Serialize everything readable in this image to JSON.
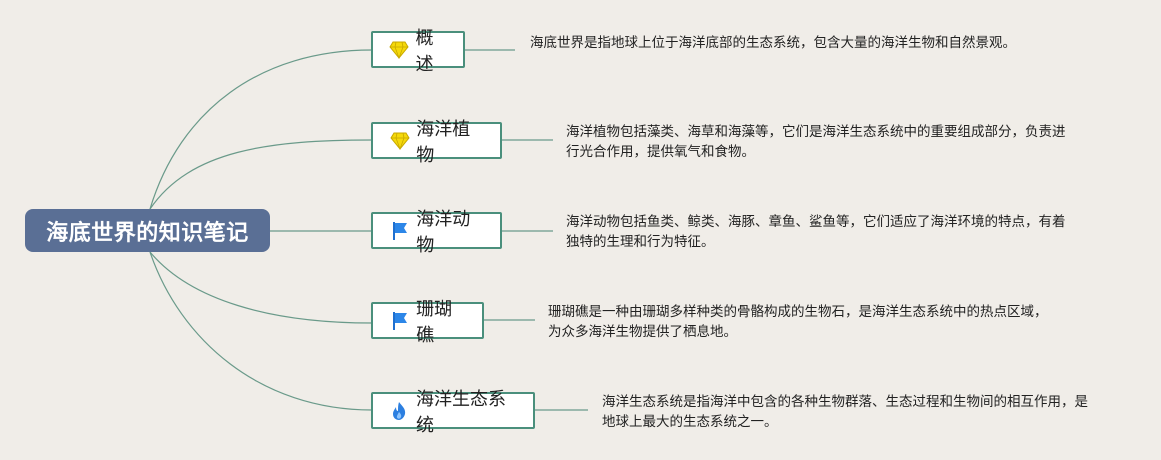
{
  "root": {
    "label": "海底世界的知识笔记"
  },
  "colors": {
    "root_bg": "#5a6f95",
    "branch_border": "#4a8f7c",
    "line": "#6a9a8a",
    "background": "#f0ede8"
  },
  "branches": [
    {
      "label": "概述",
      "icon": "diamond-icon",
      "description": "海底世界是指地球上位于海洋底部的生态系统，包含大量的海洋生物和自然景观。"
    },
    {
      "label": "海洋植物",
      "icon": "diamond-icon",
      "description": "海洋植物包括藻类、海草和海藻等，它们是海洋生态系统中的重要组成部分，负责进行光合作用，提供氧气和食物。"
    },
    {
      "label": "海洋动物",
      "icon": "flag-icon",
      "description": "海洋动物包括鱼类、鲸类、海豚、章鱼、鲨鱼等，它们适应了海洋环境的特点，有着独特的生理和行为特征。"
    },
    {
      "label": "珊瑚礁",
      "icon": "flag-icon",
      "description": "珊瑚礁是一种由珊瑚多样种类的骨骼构成的生物石，是海洋生态系统中的热点区域，为众多海洋生物提供了栖息地。"
    },
    {
      "label": "海洋生态系统",
      "icon": "flame-icon",
      "description": "海洋生态系统是指海洋中包含的各种生物群落、生态过程和生物间的相互作用，是地球上最大的生态系统之一。"
    }
  ]
}
